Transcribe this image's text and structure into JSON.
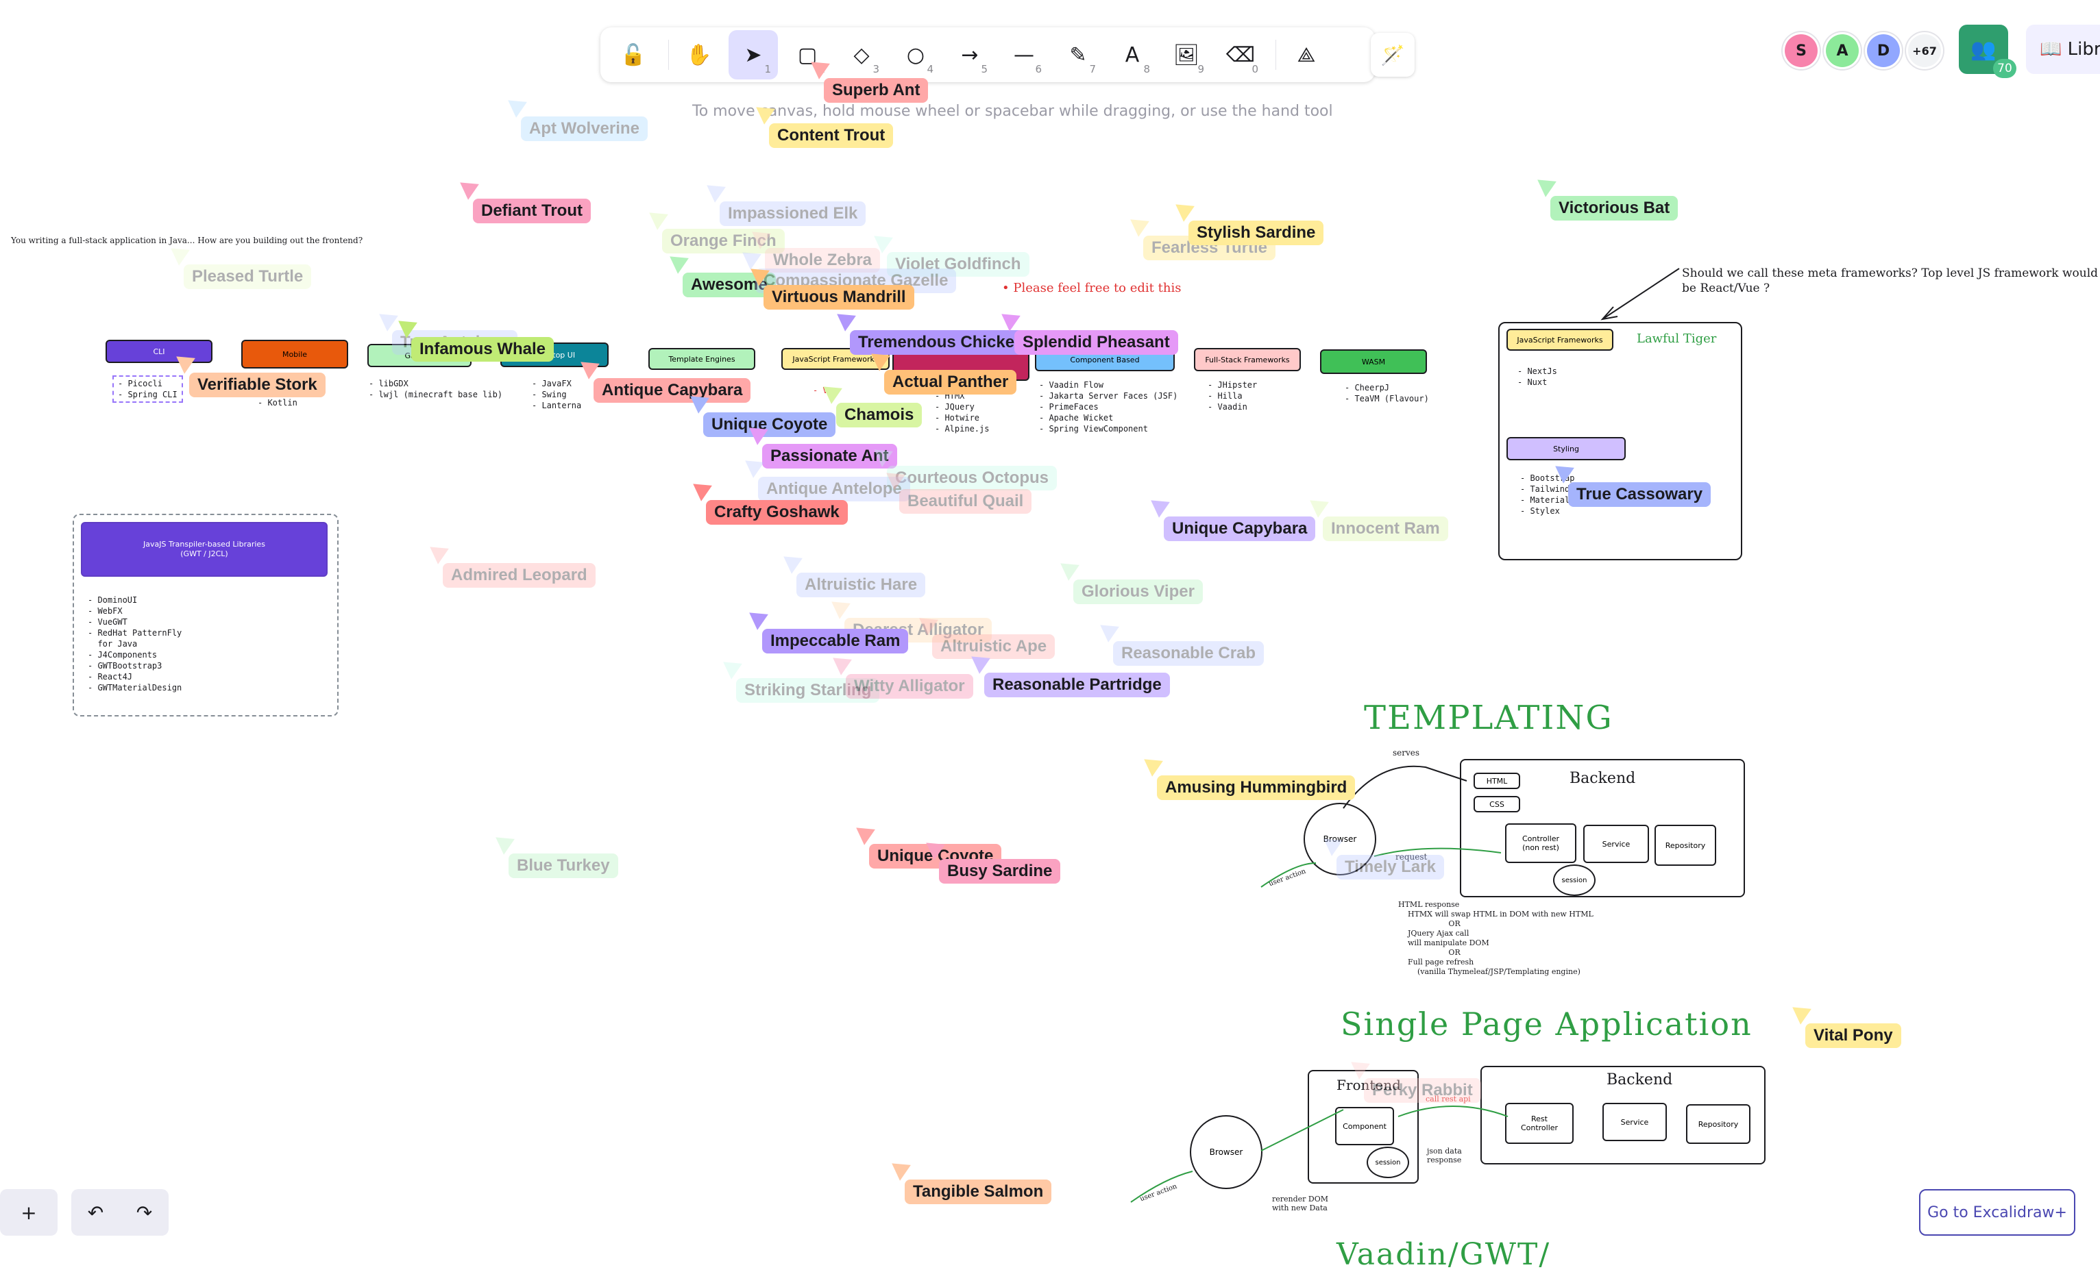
{
  "toolbar": {
    "tools": [
      {
        "name": "lock-icon",
        "glyph": "🔓",
        "key": ""
      },
      {
        "name": "hand-icon",
        "glyph": "✋",
        "key": ""
      },
      {
        "name": "selection-icon",
        "glyph": "➤",
        "key": "1"
      },
      {
        "name": "rectangle-icon",
        "glyph": "▢",
        "key": "2"
      },
      {
        "name": "diamond-icon",
        "glyph": "◇",
        "key": "3"
      },
      {
        "name": "ellipse-icon",
        "glyph": "○",
        "key": "4"
      },
      {
        "name": "arrow-icon",
        "glyph": "→",
        "key": "5"
      },
      {
        "name": "line-icon",
        "glyph": "—",
        "key": "6"
      },
      {
        "name": "draw-icon",
        "glyph": "✎",
        "key": "7"
      },
      {
        "name": "text-icon",
        "glyph": "A",
        "key": "8"
      },
      {
        "name": "image-icon",
        "glyph": "🖼",
        "key": "9"
      },
      {
        "name": "eraser-icon",
        "glyph": "⌫",
        "key": "0"
      },
      {
        "name": "more-tools-icon",
        "glyph": "⟁",
        "key": ""
      }
    ],
    "hint": "To move canvas, hold mouse wheel or spacebar while dragging, or use the hand tool"
  },
  "avatars": [
    {
      "letter": "S",
      "color": "#f783ac"
    },
    {
      "letter": "A",
      "color": "#8ce99a"
    },
    {
      "letter": "D",
      "color": "#91a7ff"
    },
    {
      "letter": "+67",
      "color": "#f1f3f5"
    }
  ],
  "collab": {
    "count": "70"
  },
  "library": {
    "label": "Libr"
  },
  "footer": {
    "excalidraw_plus": "Go to Excalidraw+",
    "zoom_in": "+",
    "undo": "↶",
    "redo": "↷"
  },
  "canvas": {
    "question": "You writing a full-stack application in Java... How are you building out the frontend?",
    "edit_note": "• Please feel free to edit this",
    "meta_note": "Should we call these meta frameworks? Top level JS framework would\nbe React/Vue ?",
    "categories": [
      {
        "label": "CLI",
        "color": "#6741d9",
        "text": "#fff"
      },
      {
        "label": "Mobile",
        "color": "#e8590c",
        "text": "#1b1b1f"
      },
      {
        "label": "Gaming",
        "color": "#b2f2bb",
        "text": "#1b1b1f"
      },
      {
        "label": "Desktop UI",
        "color": "#0c8599",
        "text": "#fff"
      },
      {
        "label": "Template Engines",
        "color": "#b2f2bb",
        "text": "#1b1b1f"
      },
      {
        "label": "JavaScript Frameworks",
        "color": "#ffec99",
        "text": "#1b1b1f"
      },
      {
        "label": "Component Based",
        "color": "#74c0fc",
        "text": "#1b1b1f"
      },
      {
        "label": "Full-Stack Frameworks",
        "color": "#ffc9c9",
        "text": "#1b1b1f"
      },
      {
        "label": "WASM",
        "color": "#40c057",
        "text": "#1b1b1f"
      }
    ],
    "lists": {
      "cli": "- Picocli\n- Spring CLI",
      "mobile": "- Kotlin",
      "gaming": "- libGDX\n- lwjl (minecraft base lib)",
      "desktop": "- JavaFX\n- Swing\n- Lanterna",
      "js": "- Vue",
      "htmx": "- HTMX\n- JQuery\n- Hotwire\n- Alpine.js",
      "component": "- Vaadin Flow\n- Jakarta Server Faces (JSF)\n- PrimeFaces\n- Apache Wicket\n- Spring ViewComponent",
      "fullstack": "- JHipster\n- Hilla\n- Vaadin",
      "wasm": "- CheerpJ\n- TeaVM (Flavour)",
      "transpiler": "- DominoUI\n- WebFX\n- VueGWT\n- RedHat PatternFly\n  for Java\n- J4Components\n- GWTBootstrap3\n- React4J\n- GWTMaterialDesign",
      "metajs": "- NextJs\n- Nuxt",
      "styling": "- Bootstrap\n- Tailwind\n- Material Design\n- Stylex"
    },
    "transpiler_title": "JavaJS Transpiler-based Libraries\n(GWT / J2CL)",
    "meta_js_label": "JavaScript Frameworks",
    "styling_label": "Styling",
    "lawful_tiger": "Lawful Tiger",
    "templating_title": "TEMPLATING",
    "spa_title": "Single Page Application",
    "vaadin_title": "Vaadin/GWT/",
    "templating": {
      "backend": "Backend",
      "html": "HTML",
      "css": "CSS",
      "controller": "Controller\n(non rest)",
      "service": "Service",
      "repository": "Repository",
      "session": "session",
      "browser": "Browser",
      "serves": "serves",
      "request": "request",
      "user_action": "user action",
      "response": "HTML response\n    HTMX will swap HTML in DOM with new HTML\n                     OR\n    JQuery Ajax call\n    will manipulate DOM\n                     OR\n    Full page refresh\n        (vanilla Thymeleaf/JSP/Templating engine)"
    },
    "spa": {
      "frontend": "Frontend",
      "backend": "Backend",
      "component": "Component",
      "session": "session",
      "rest": "Rest\nController",
      "service": "Service",
      "repository": "Repository",
      "browser": "Browser",
      "call_rest": "call rest api",
      "json": "json data\nresponse",
      "rerender": "rerender DOM\nwith new Data",
      "user_action": "user action"
    }
  },
  "cursors": [
    {
      "label": "Superb Ant",
      "color": "#ffa8a8",
      "faded": false
    },
    {
      "label": "Content Trout",
      "color": "#ffec99",
      "faded": false
    },
    {
      "label": "Apt Wolverine",
      "color": "#a5d8ff",
      "faded": true
    },
    {
      "label": "Defiant Trout",
      "color": "#faa2c1",
      "faded": false
    },
    {
      "label": "Impassioned Elk",
      "color": "#bac8ff",
      "faded": true
    },
    {
      "label": "Orange Finch",
      "color": "#d8f5a2",
      "faded": true
    },
    {
      "label": "Whole Zebra",
      "color": "#ffc9c9",
      "faded": true
    },
    {
      "label": "Violet Goldfinch",
      "color": "#c3fae8",
      "faded": true
    },
    {
      "label": "Fearless Turtle",
      "color": "#ffe066",
      "faded": true
    },
    {
      "label": "Stylish Sardine",
      "color": "#ffec99",
      "faded": false
    },
    {
      "label": "Victorious Bat",
      "color": "#b2f2bb",
      "faded": false
    },
    {
      "label": "Pleased Turtle",
      "color": "#e9fac8",
      "faded": true
    },
    {
      "label": "Awesome",
      "color": "#b2f2bb",
      "faded": false
    },
    {
      "label": "Compassionate Gazelle",
      "color": "#bac8ff",
      "faded": true
    },
    {
      "label": "Virtuous Mandrill",
      "color": "#ffc078",
      "faded": false
    },
    {
      "label": "True Antelope",
      "color": "#bac8ff",
      "faded": true
    },
    {
      "label": "Infamous Whale",
      "color": "#c0eb75",
      "faded": false
    },
    {
      "label": "Tremendous Chicken",
      "color": "#b197fc",
      "faded": false
    },
    {
      "label": "Splendid Pheasant",
      "color": "#e599f7",
      "faded": false
    },
    {
      "label": "Verifiable Stork",
      "color": "#ffc9a5",
      "faded": false
    },
    {
      "label": "Antique Capybara",
      "color": "#ffa8a8",
      "faded": false
    },
    {
      "label": "Actual Panther",
      "color": "#ffc078",
      "faded": false
    },
    {
      "label": "Chamois",
      "color": "#d8f5a2",
      "faded": false
    },
    {
      "label": "Unique Coyote",
      "color": "#a5b4fc",
      "faded": false
    },
    {
      "label": "Passionate Ant",
      "color": "#e599f7",
      "faded": false
    },
    {
      "label": "Courteous Octopus",
      "color": "#c3fae8",
      "faded": true
    },
    {
      "label": "Antique Antelope",
      "color": "#bac8ff",
      "faded": true
    },
    {
      "label": "Beautiful Quail",
      "color": "#ffa8a8",
      "faded": true
    },
    {
      "label": "Crafty Goshawk",
      "color": "#ff8787",
      "faded": false
    },
    {
      "label": "Unique Capybara",
      "color": "#d0bfff",
      "faded": false
    },
    {
      "label": "Innocent Ram",
      "color": "#d8f5a2",
      "faded": true
    },
    {
      "label": "Admired Leopard",
      "color": "#ffa8a8",
      "faded": true
    },
    {
      "label": "Altruistic Hare",
      "color": "#bac8ff",
      "faded": true
    },
    {
      "label": "Glorious Viper",
      "color": "#b2f2bb",
      "faded": true
    },
    {
      "label": "Dearest Alligator",
      "color": "#ffd8a8",
      "faded": true
    },
    {
      "label": "Impeccable Ram",
      "color": "#b197fc",
      "faded": false
    },
    {
      "label": "Altruistic Ape",
      "color": "#ffa8a8",
      "faded": true
    },
    {
      "label": "Reasonable Crab",
      "color": "#bac8ff",
      "faded": true
    },
    {
      "label": "Striking Starling",
      "color": "#c3fae8",
      "faded": true
    },
    {
      "label": "Witty Alligator",
      "color": "#f783ac",
      "faded": true
    },
    {
      "label": "Reasonable Partridge",
      "color": "#d0bfff",
      "faded": false
    },
    {
      "label": "True Cassowary",
      "color": "#a5b4fc",
      "faded": false
    },
    {
      "label": "Amusing Hummingbird",
      "color": "#ffec99",
      "faded": false
    },
    {
      "label": "Blue Turkey",
      "color": "#b2f2bb",
      "faded": true
    },
    {
      "label": "Unique Coyote",
      "color": "#ffa8a8",
      "faded": false
    },
    {
      "label": "Busy Sardine",
      "color": "#faa2c1",
      "faded": false
    },
    {
      "label": "Timely Lark",
      "color": "#bac8ff",
      "faded": true
    },
    {
      "label": "Vital Pony",
      "color": "#ffec99",
      "faded": false
    },
    {
      "label": "Perky Rabbit",
      "color": "#ffc9c9",
      "faded": true
    },
    {
      "label": "Tangible Salmon",
      "color": "#ffc9a5",
      "faded": false
    }
  ]
}
